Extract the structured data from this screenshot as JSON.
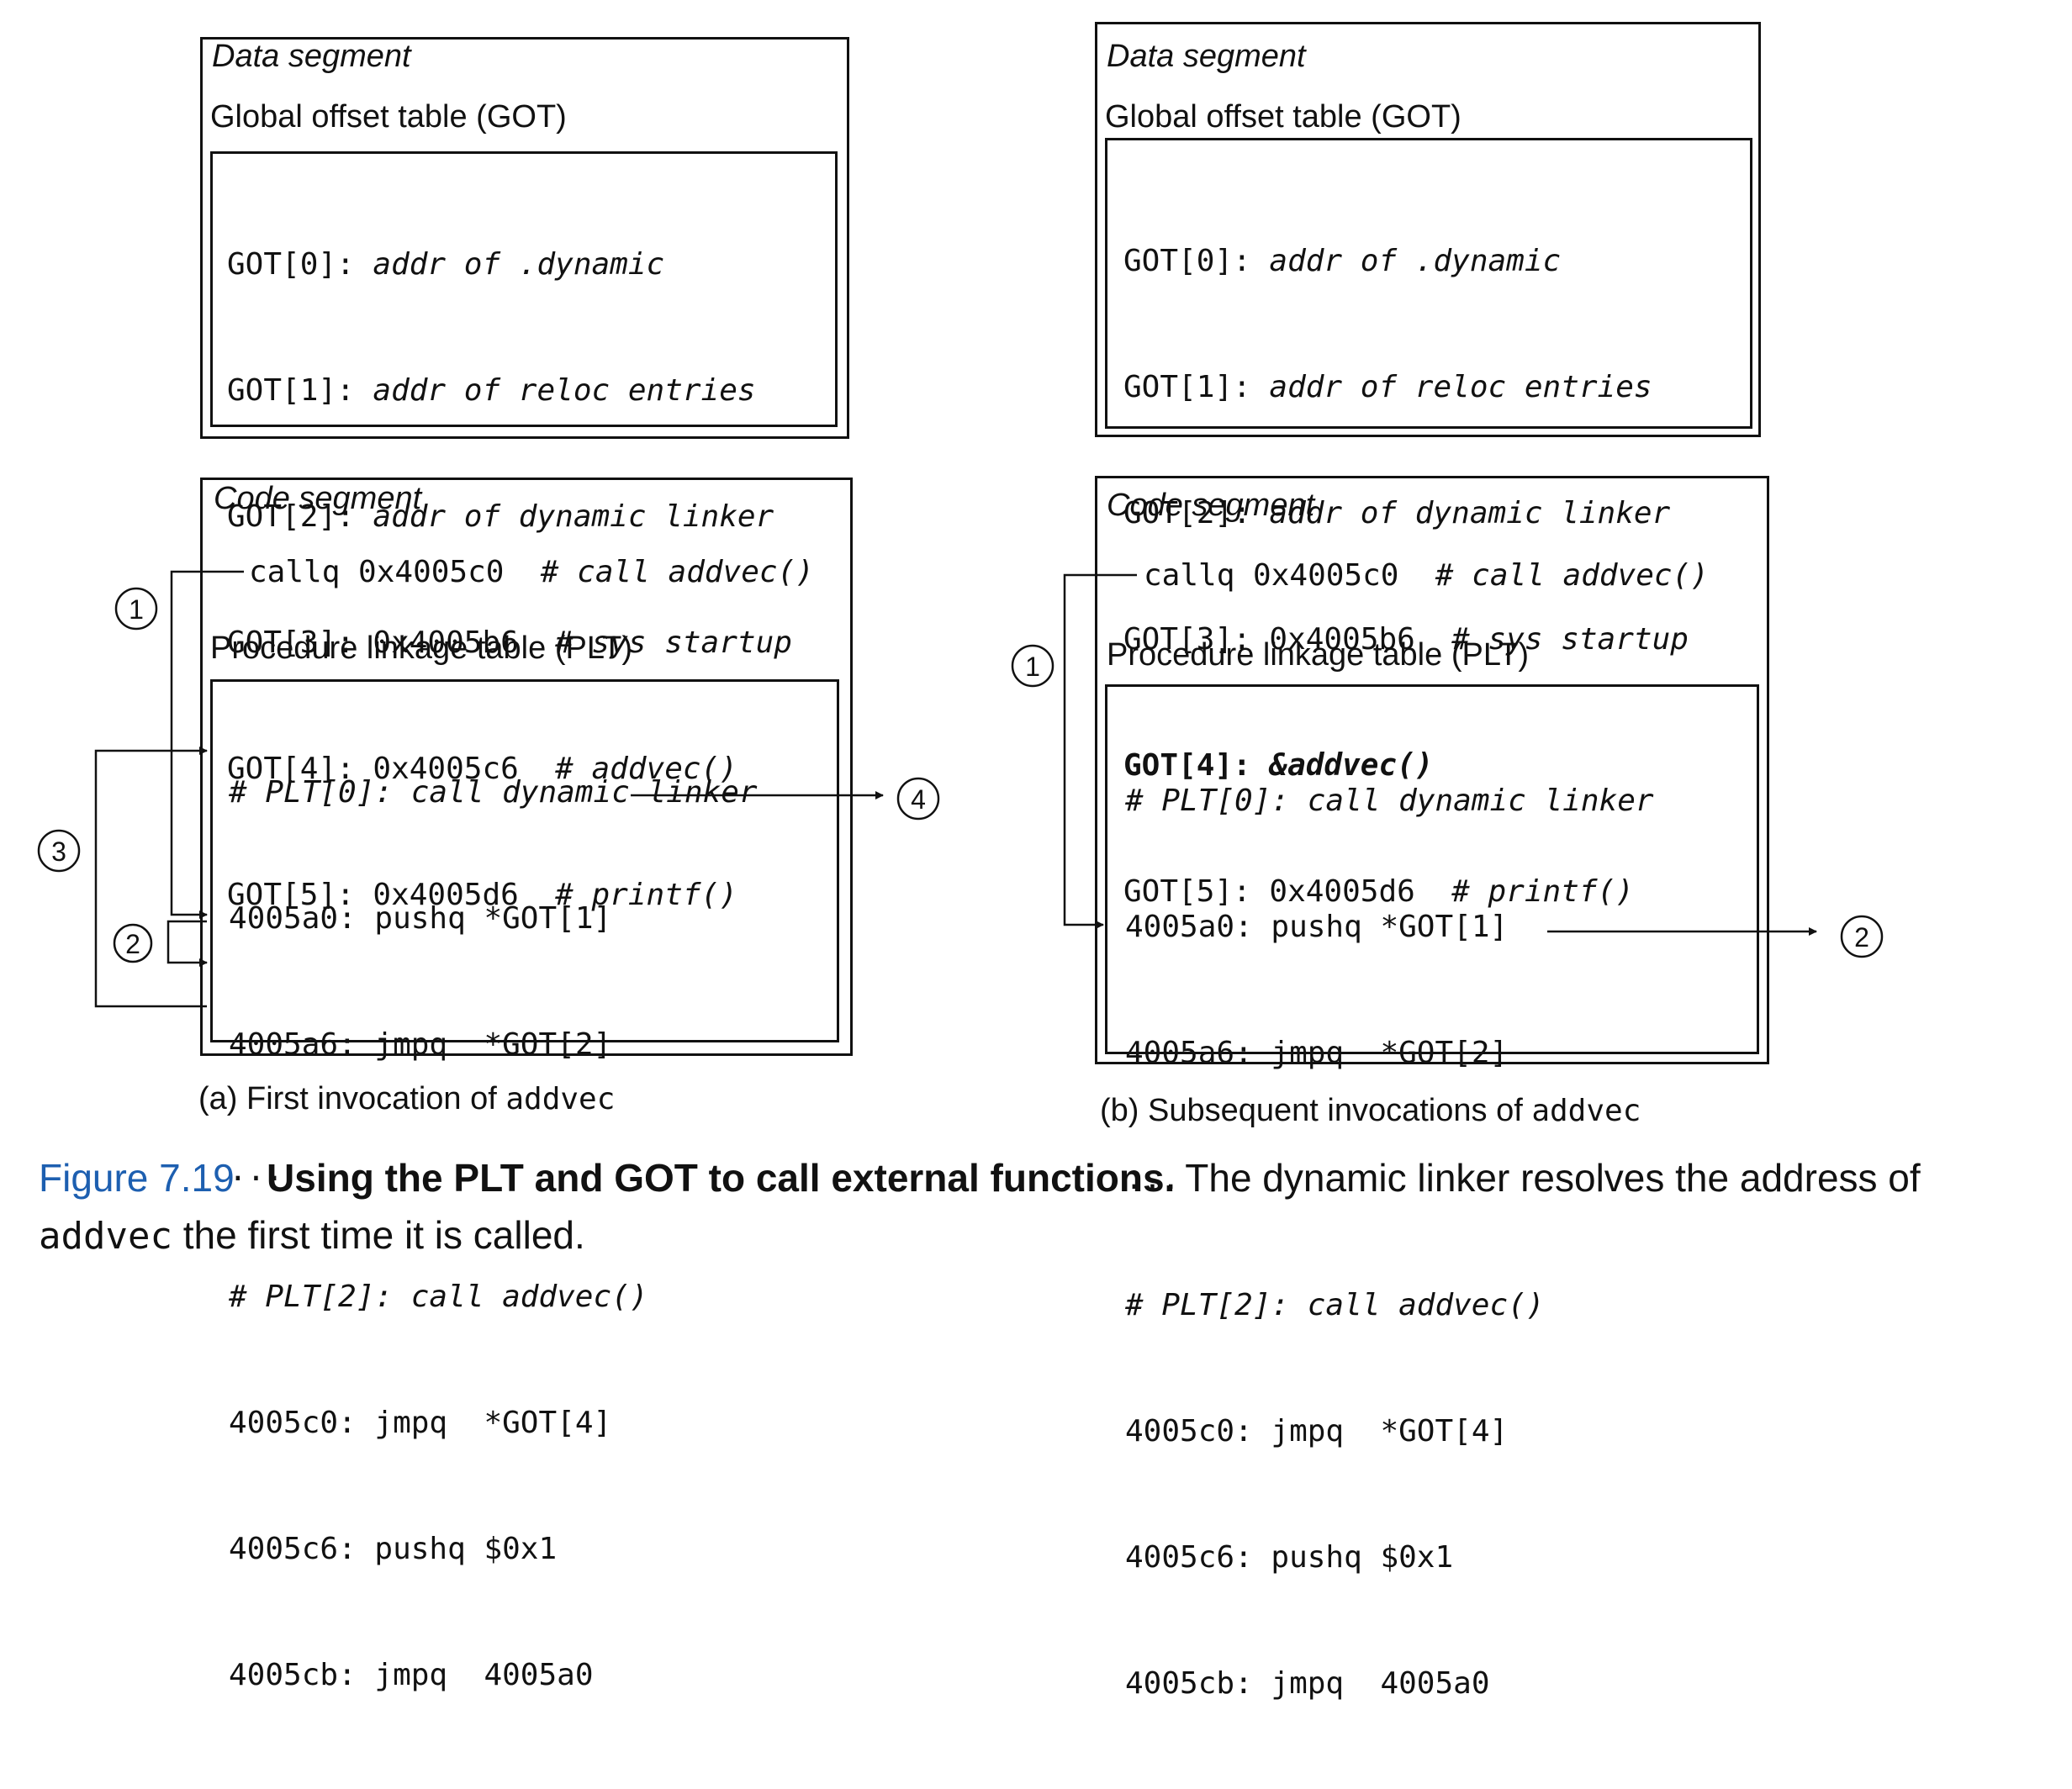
{
  "panel_a": {
    "data_segment": "Data segment",
    "got_title": "Global offset table (GOT)",
    "got_rows": [
      {
        "label": "GOT[0]:",
        "value": "addr of .dynamic",
        "comment": ""
      },
      {
        "label": "GOT[1]:",
        "value": "addr of reloc entries",
        "comment": ""
      },
      {
        "label": "GOT[2]:",
        "value": "addr of dynamic linker",
        "comment": ""
      },
      {
        "label": "GOT[3]:",
        "value": "0x4005b6",
        "comment": "# sys startup"
      },
      {
        "label": "GOT[4]:",
        "value": "0x4005c6",
        "comment": "# addvec()"
      },
      {
        "label": "GOT[5]:",
        "value": "0x4005d6",
        "comment": "# printf()"
      }
    ],
    "code_segment": "Code segment",
    "callq_instr": "callq 0x4005c0",
    "callq_comment": "# call addvec()",
    "plt_title": "Procedure linkage table (PLT)",
    "plt_rows": [
      {
        "addr": "",
        "instr": "",
        "comment": "# PLT[0]: call dynamic linker"
      },
      {
        "addr": "4005a0:",
        "instr": "pushq *GOT[1]",
        "comment": ""
      },
      {
        "addr": "4005a6:",
        "instr": "jmpq  *GOT[2]",
        "comment": ""
      },
      {
        "addr": "...",
        "instr": "",
        "comment": ""
      },
      {
        "addr": "",
        "instr": "",
        "comment": "# PLT[2]: call addvec()"
      },
      {
        "addr": "4005c0:",
        "instr": "jmpq  *GOT[4]",
        "comment": ""
      },
      {
        "addr": "4005c6:",
        "instr": "pushq $0x1",
        "comment": ""
      },
      {
        "addr": "4005cb:",
        "instr": "jmpq  4005a0",
        "comment": ""
      }
    ],
    "markers": [
      "1",
      "2",
      "3",
      "4"
    ],
    "caption_prefix": "(a) First invocation of",
    "caption_fn": "addvec"
  },
  "panel_b": {
    "data_segment": "Data segment",
    "got_title": "Global offset table (GOT)",
    "got_rows": [
      {
        "label": "GOT[0]:",
        "value": "addr of .dynamic",
        "comment": ""
      },
      {
        "label": "GOT[1]:",
        "value": "addr of reloc entries",
        "comment": ""
      },
      {
        "label": "GOT[2]:",
        "value": "addr of dynamic linker",
        "comment": ""
      },
      {
        "label": "GOT[3]:",
        "value": "0x4005b6",
        "comment": "# sys startup"
      },
      {
        "label": "GOT[4]:",
        "value": "&addvec()",
        "comment": ""
      },
      {
        "label": "GOT[5]:",
        "value": "0x4005d6",
        "comment": "# printf()"
      }
    ],
    "code_segment": "Code segment",
    "callq_instr": "callq 0x4005c0",
    "callq_comment": "# call addvec()",
    "plt_title": "Procedure linkage table (PLT)",
    "plt_rows": [
      {
        "addr": "",
        "instr": "",
        "comment": "# PLT[0]: call dynamic linker"
      },
      {
        "addr": "4005a0:",
        "instr": "pushq *GOT[1]",
        "comment": ""
      },
      {
        "addr": "4005a6:",
        "instr": "jmpq  *GOT[2]",
        "comment": ""
      },
      {
        "addr": "...",
        "instr": "",
        "comment": ""
      },
      {
        "addr": "",
        "instr": "",
        "comment": "# PLT[2]: call addvec()"
      },
      {
        "addr": "4005c0:",
        "instr": "jmpq  *GOT[4]",
        "comment": ""
      },
      {
        "addr": "4005c6:",
        "instr": "pushq $0x1",
        "comment": ""
      },
      {
        "addr": "4005cb:",
        "instr": "jmpq  4005a0",
        "comment": ""
      }
    ],
    "markers": [
      "1",
      "2"
    ],
    "caption_prefix": "(b) Subsequent invocations of",
    "caption_fn": "addvec"
  },
  "figure": {
    "number": "Figure 7.19",
    "title": "Using the PLT and GOT to call external functions.",
    "desc_1": "The dynamic linker resolves the address of",
    "desc_fn": "addvec",
    "desc_2": "the first time it is called.",
    "number_color": "#1d5fb0"
  }
}
